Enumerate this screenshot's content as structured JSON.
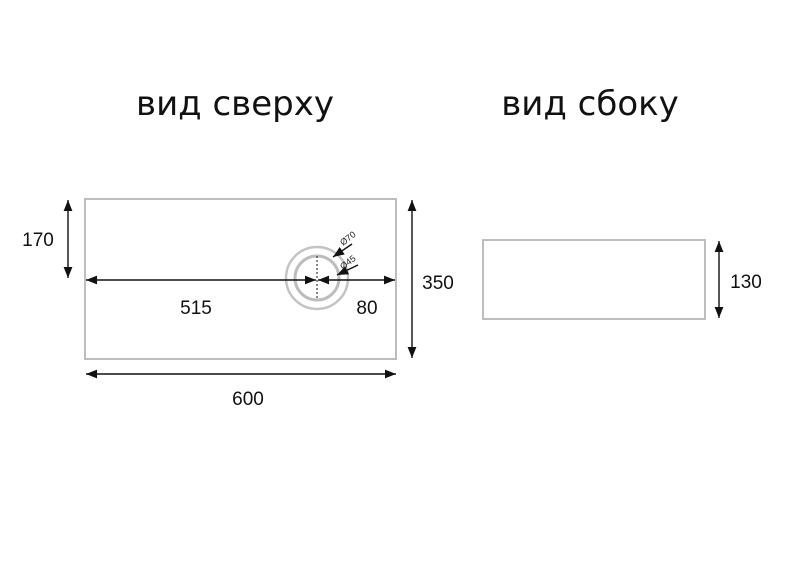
{
  "top_view": {
    "title": "вид сверху",
    "dims": {
      "width": "600",
      "depth": "350",
      "offset_depth": "170",
      "offset_left": "515",
      "offset_right": "80",
      "outer_diameter": "Ø70",
      "inner_diameter": "Ø45"
    }
  },
  "side_view": {
    "title": "вид сбоку",
    "dims": {
      "height": "130"
    }
  },
  "colors": {
    "outline": "#bdbdbd",
    "dimension": "#111111"
  }
}
